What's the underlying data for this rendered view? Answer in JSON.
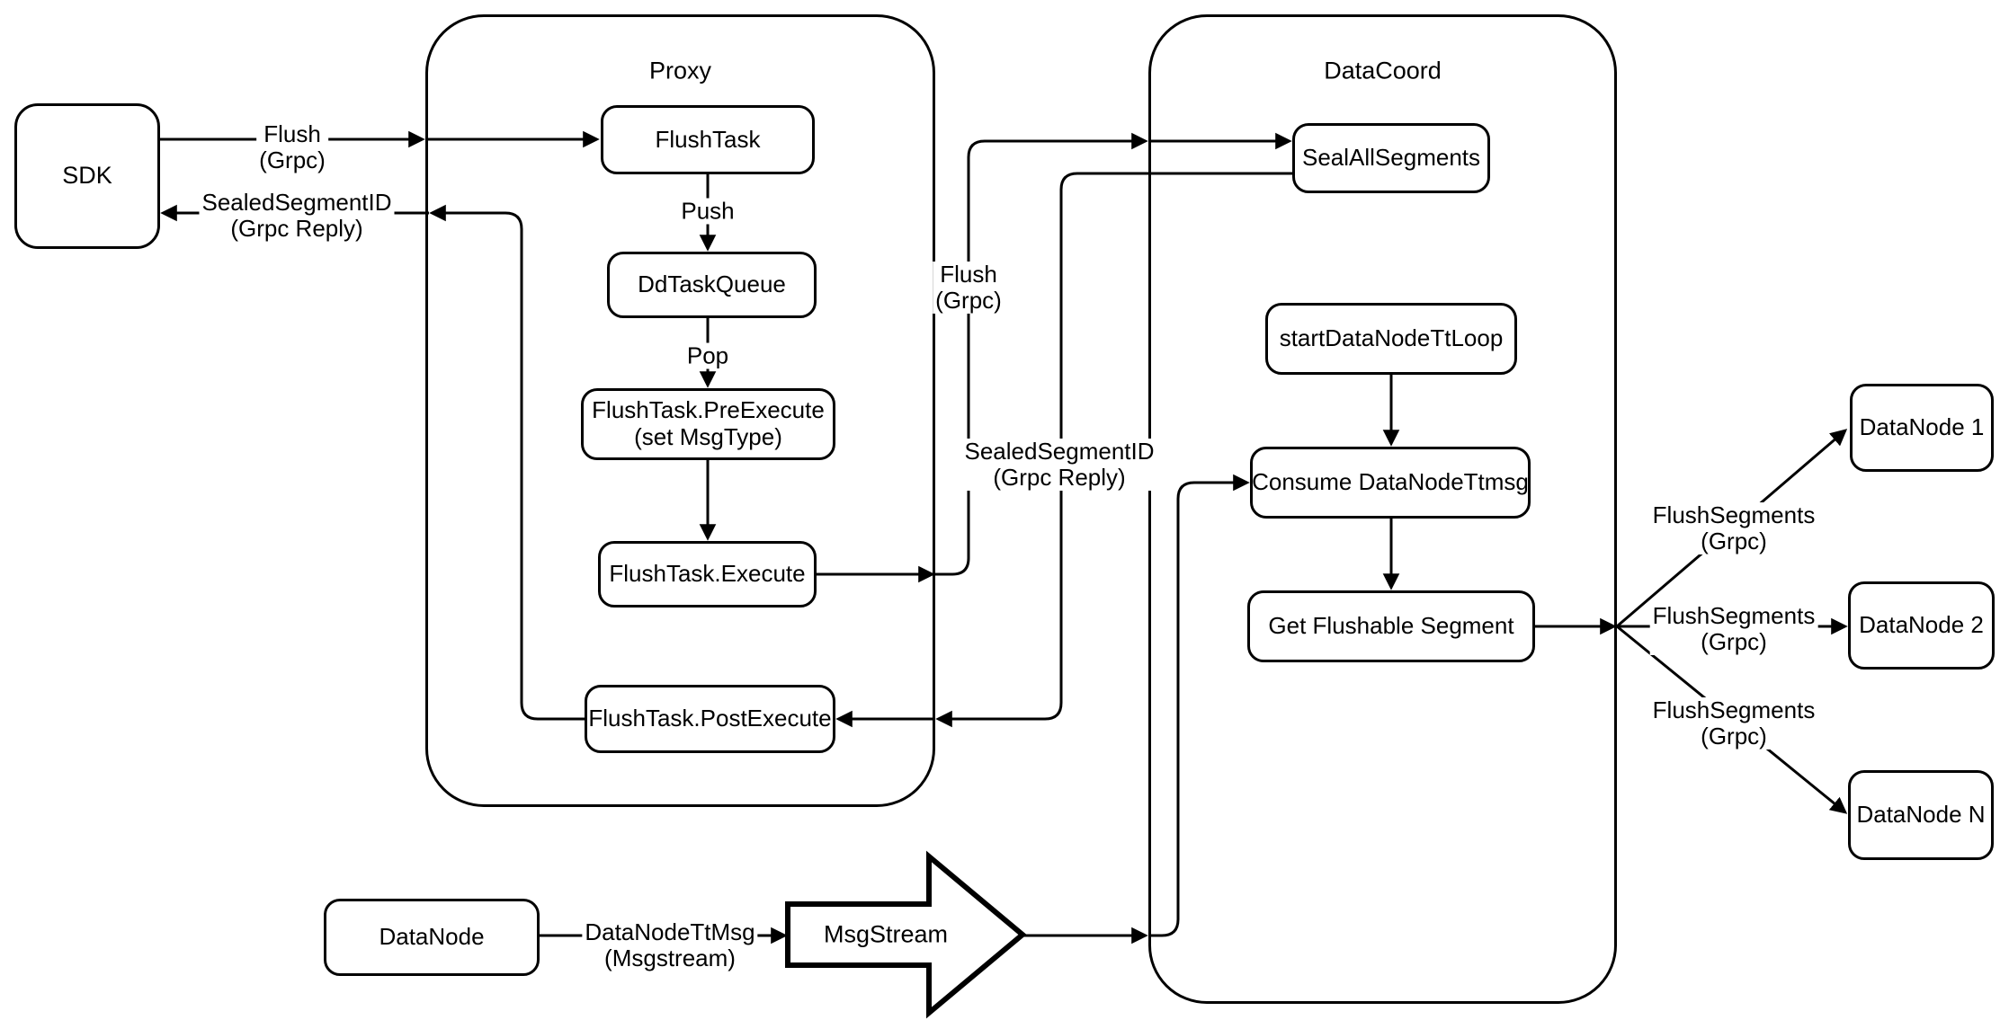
{
  "colors": {
    "stroke": "#000000",
    "background": "#ffffff"
  },
  "containers": {
    "proxy": {
      "title": "Proxy"
    },
    "datacoord": {
      "title": "DataCoord"
    }
  },
  "nodes": {
    "sdk": {
      "label": "SDK"
    },
    "flush_task": {
      "label": "FlushTask"
    },
    "dd_task_queue": {
      "label": "DdTaskQueue"
    },
    "pre_execute": {
      "line1": "FlushTask.PreExecute",
      "line2": "(set MsgType)"
    },
    "execute": {
      "label": "FlushTask.Execute"
    },
    "post_execute": {
      "label": "FlushTask.PostExecute"
    },
    "seal_all_segments": {
      "label": "SealAllSegments"
    },
    "start_datanode_tt_loop": {
      "label": "startDataNodeTtLoop"
    },
    "consume_datanode_ttmsg": {
      "label": "Consume DataNodeTtmsg"
    },
    "get_flushable_segment": {
      "label": "Get Flushable Segment"
    },
    "datanode_1": {
      "label": "DataNode 1"
    },
    "datanode_2": {
      "label": "DataNode 2"
    },
    "datanode_n": {
      "label": "DataNode N"
    },
    "datanode": {
      "label": "DataNode"
    },
    "msgstream": {
      "label": "MsgStream"
    }
  },
  "edge_labels": {
    "sdk_flush": {
      "line1": "Flush",
      "line2": "(Grpc)"
    },
    "sdk_reply": {
      "line1": "SealedSegmentID",
      "line2": "(Grpc Reply)"
    },
    "push": {
      "label": "Push"
    },
    "pop": {
      "label": "Pop"
    },
    "proxy_flush": {
      "line1": "Flush",
      "line2": "(Grpc)"
    },
    "proxy_reply": {
      "line1": "SealedSegmentID",
      "line2": "(Grpc Reply)"
    },
    "flush_segments_1": {
      "line1": "FlushSegments",
      "line2": "(Grpc)"
    },
    "flush_segments_2": {
      "line1": "FlushSegments",
      "line2": "(Grpc)"
    },
    "flush_segments_3": {
      "line1": "FlushSegments",
      "line2": "(Grpc)"
    },
    "datanode_ttmsg": {
      "line1": "DataNodeTtMsg",
      "line2": "(Msgstream)"
    }
  }
}
